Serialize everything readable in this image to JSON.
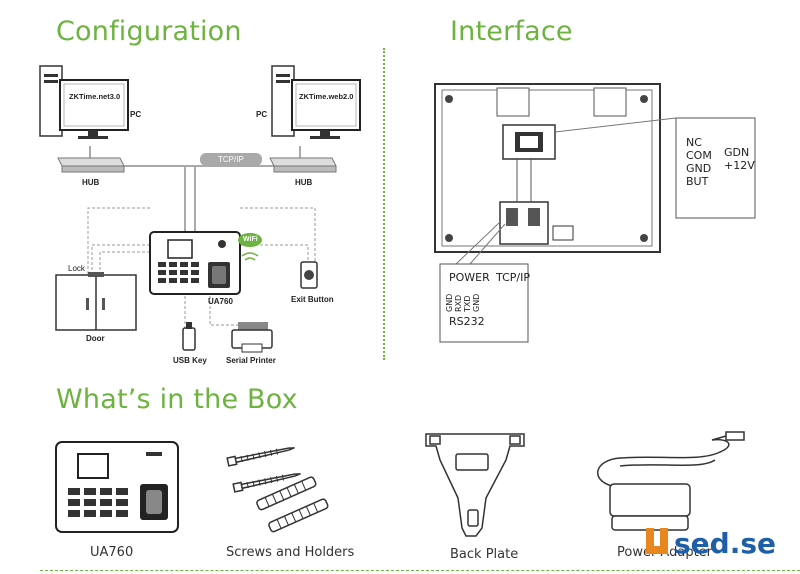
{
  "headings": {
    "configuration": "Configuration",
    "interface": "Interface",
    "box": "What’s in the Box"
  },
  "configuration": {
    "pc_left_screen": "ZKTime.net3.0",
    "pc_right_screen": "ZKTime.web2.0",
    "pc_left_label": "PC",
    "pc_right_label": "PC",
    "hub_left_label": "HUB",
    "hub_right_label": "HUB",
    "network_label": "TCP/IP",
    "device_label": "UA760",
    "lock_label": "Lock",
    "door_label": "Door",
    "exit_button_label": "Exit Button",
    "usb_label": "USB Key",
    "printer_label": "Serial Printer",
    "wifi_badge": "WiFi"
  },
  "interface": {
    "right_box": {
      "col1": [
        "NC",
        "COM",
        "GND",
        "BUT"
      ],
      "col2": [
        "GDN",
        "+12V"
      ]
    },
    "bottom_box": {
      "power": "POWER",
      "tcpip": "TCP/IP",
      "pins": [
        "GND",
        "RXD",
        "TXD",
        "GND"
      ],
      "rs232": "RS232"
    }
  },
  "box_items": [
    {
      "label": "UA760"
    },
    {
      "label": "Screws and Holders"
    },
    {
      "label": "Back Plate"
    },
    {
      "label": "Power Adapter"
    }
  ],
  "watermark": "Used.se",
  "colors": {
    "accent_green": "#6cb33f",
    "watermark_orange": "#e8861f",
    "watermark_blue": "#1f5fa8"
  }
}
